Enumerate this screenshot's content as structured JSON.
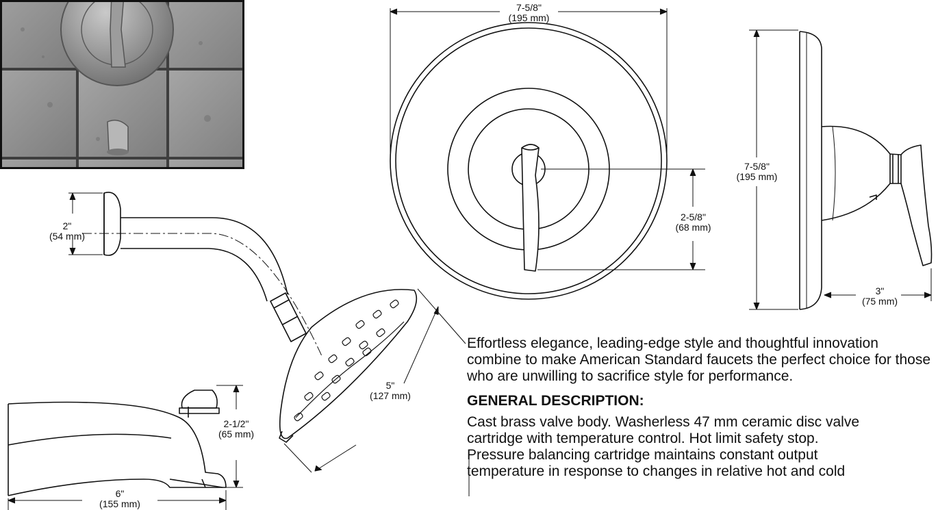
{
  "dimensions": {
    "shower_arm_height": {
      "imperial": "2\"",
      "metric": "(54 mm)"
    },
    "showerhead_diameter": {
      "imperial": "5\"",
      "metric": "(127 mm)"
    },
    "spout_height": {
      "imperial": "2-1/2\"",
      "metric": "(65 mm)"
    },
    "spout_length": {
      "imperial": "6\"",
      "metric": "(155 mm)"
    },
    "escutcheon_width": {
      "imperial": "7-5/8\"",
      "metric": "(195 mm)"
    },
    "handle_height": {
      "imperial": "2-5/8\"",
      "metric": "(68 mm)"
    },
    "escutcheon_height": {
      "imperial": "7-5/8\"",
      "metric": "(195 mm)"
    },
    "handle_projection": {
      "imperial": "3\"",
      "metric": "(75 mm)"
    }
  },
  "description": {
    "intro": "Effortless elegance, leading-edge style and thoughtful innovation combine to make American Standard faucets the perfect choice for those who are unwilling to sacrifice style for performance.",
    "heading": "GENERAL DESCRIPTION:",
    "body_lines": [
      "Cast brass valve body. Washerless 47 mm ceramic disc valve",
      "cartridge with temperature control. Hot limit safety stop.",
      "Pressure balancing cartridge maintains constant output",
      "temperature in response to changes in relative hot and cold"
    ]
  }
}
